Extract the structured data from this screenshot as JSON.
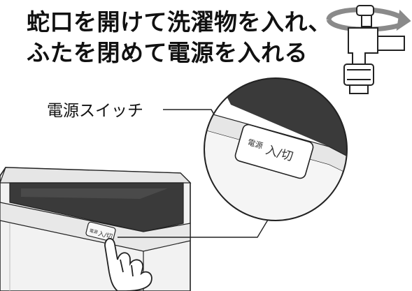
{
  "title": {
    "line1": "蛇口を開けて洗濯物を入れ、",
    "line2": "ふたを閉めて電源を入れる"
  },
  "callout": {
    "label": "電源スイッチ"
  },
  "switch": {
    "small_text": "電源",
    "main_text": "入/切"
  },
  "icons": {
    "faucet": "faucet-icon",
    "rotate_arrow": "rotate-arrow-icon",
    "pressing_hand": "hand-icon"
  }
}
